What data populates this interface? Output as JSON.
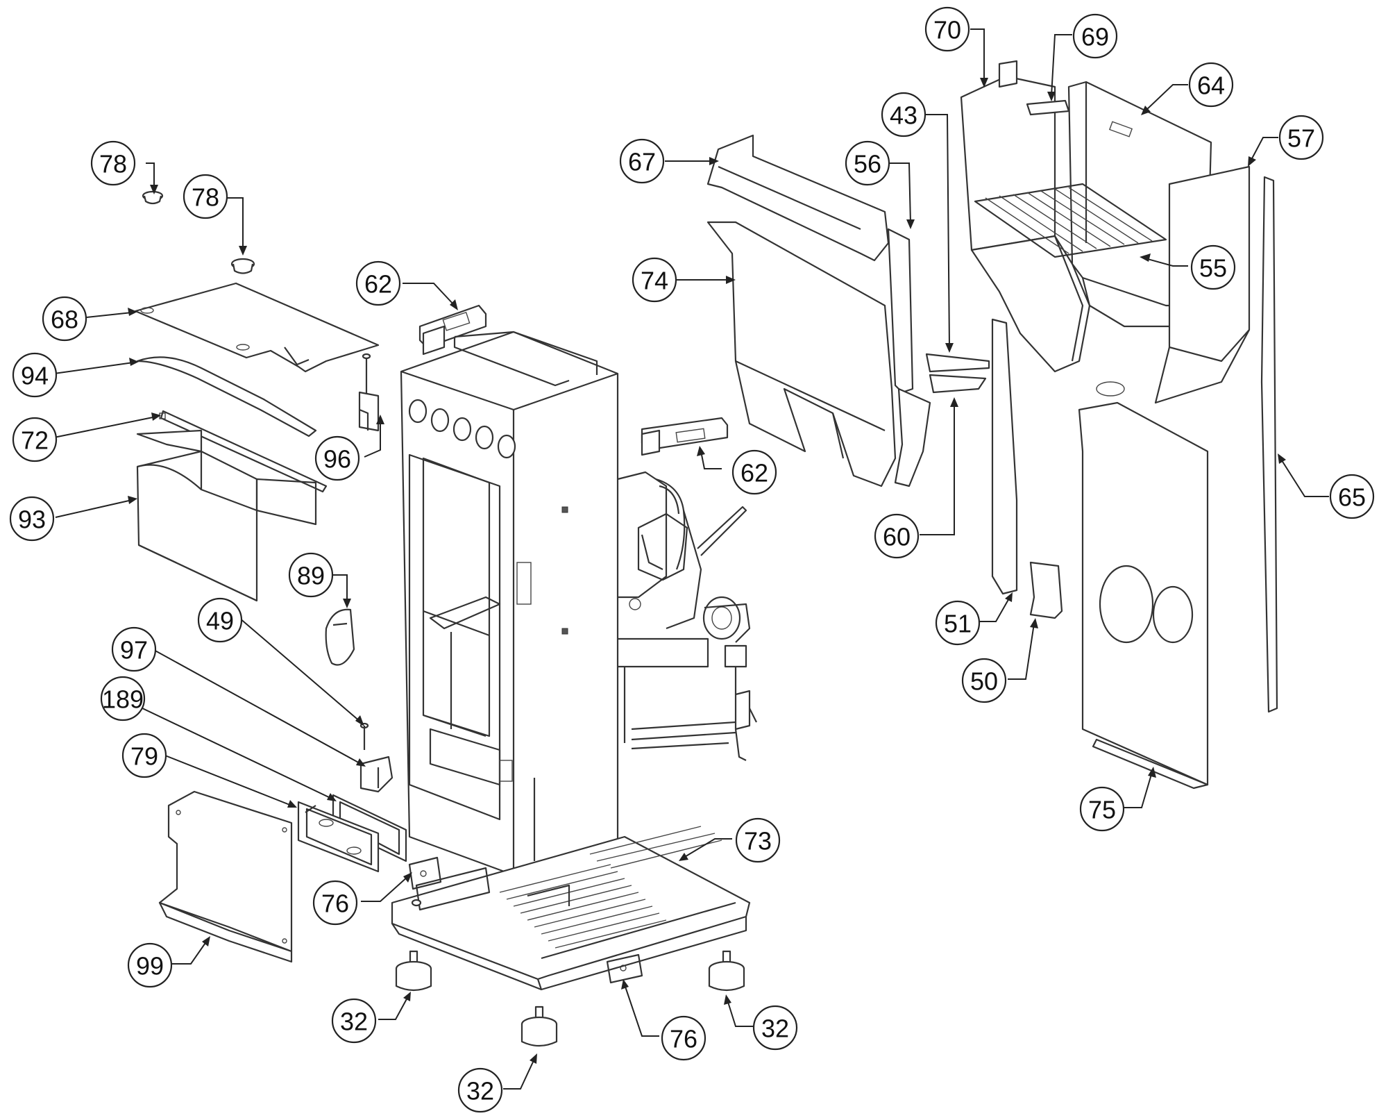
{
  "callouts": [
    {
      "label": "78"
    },
    {
      "label": "78"
    },
    {
      "label": "68"
    },
    {
      "label": "94"
    },
    {
      "label": "72"
    },
    {
      "label": "93"
    },
    {
      "label": "96"
    },
    {
      "label": "62"
    },
    {
      "label": "89"
    },
    {
      "label": "49"
    },
    {
      "label": "97"
    },
    {
      "label": "189"
    },
    {
      "label": "79"
    },
    {
      "label": "99"
    },
    {
      "label": "76"
    },
    {
      "label": "32"
    },
    {
      "label": "32"
    },
    {
      "label": "76"
    },
    {
      "label": "32"
    },
    {
      "label": "73"
    },
    {
      "label": "62"
    },
    {
      "label": "74"
    },
    {
      "label": "67"
    },
    {
      "label": "56"
    },
    {
      "label": "60"
    },
    {
      "label": "43"
    },
    {
      "label": "70"
    },
    {
      "label": "69"
    },
    {
      "label": "64"
    },
    {
      "label": "57"
    },
    {
      "label": "55"
    },
    {
      "label": "51"
    },
    {
      "label": "50"
    },
    {
      "label": "75"
    },
    {
      "label": "65"
    }
  ]
}
